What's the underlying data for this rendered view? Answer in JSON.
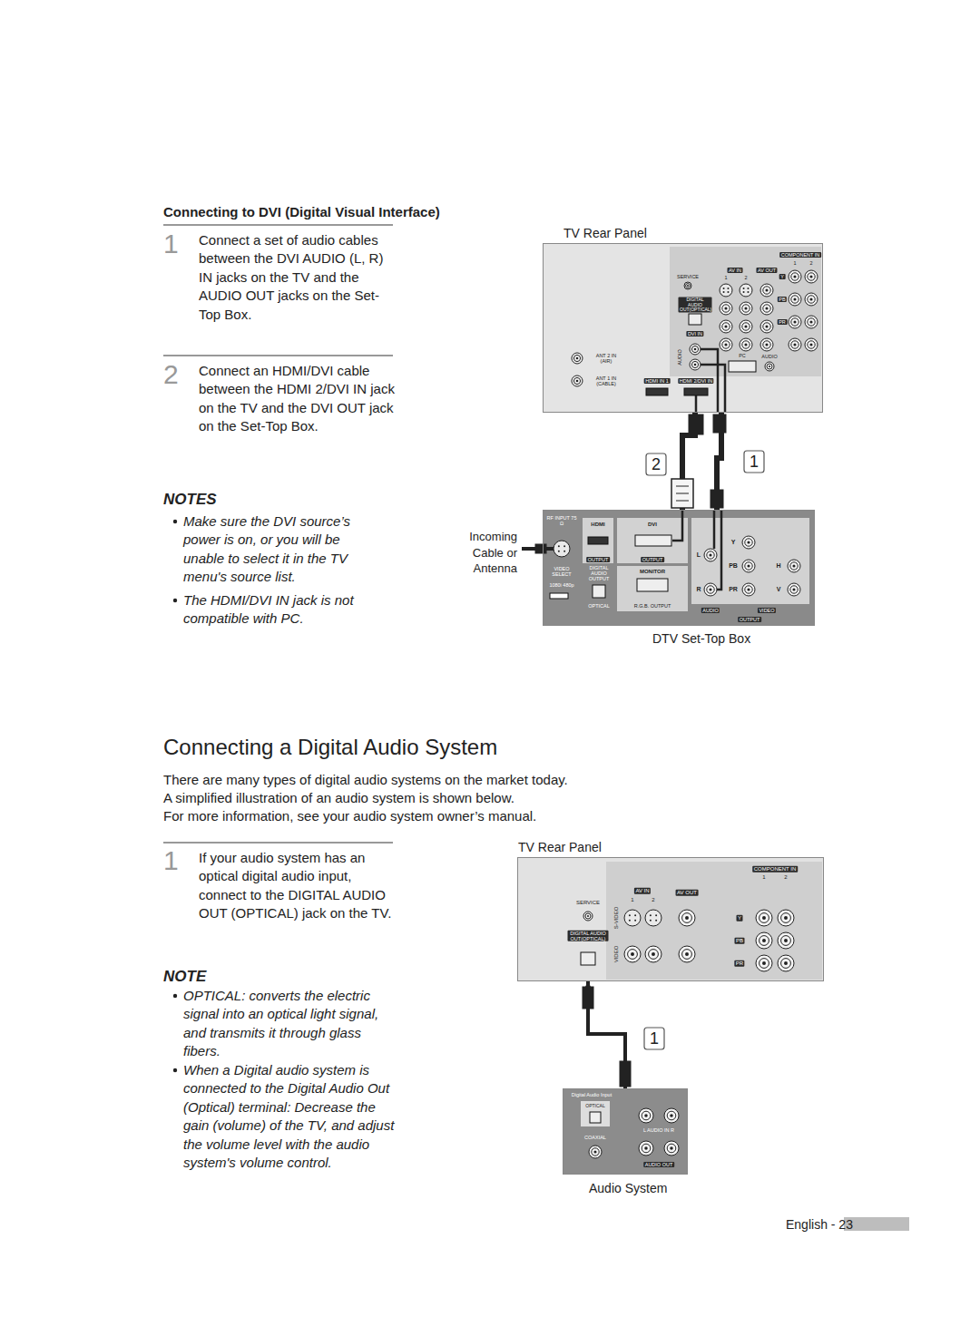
{
  "diagram": {
    "nodes": [
      {
        "text": [
          "TV Rear Panel"
        ]
      },
      {
        "text": [
          "DTV Set-Top Box"
        ]
      },
      {
        "text": [
          "TV Rear Panel"
        ]
      },
      {
        "text": [
          "Audio System"
        ]
      }
    ],
    "edges": [
      {
        "from": 1,
        "to": 0,
        "arrow": "none"
      },
      {
        "from": 1,
        "to": 0,
        "arrow": "none"
      },
      {
        "from": 3,
        "to": 2,
        "arrow": "to"
      }
    ],
    "labels": [
      "Connecting to DVI (Digital Visual Interface)",
      "1",
      "Connect a set of audio cables between the DVI AUDIO (L, R) IN jacks on the TV and the AUDIO OUT jacks on the Set-Top Box.",
      "2",
      "Connect an HDMI/DVI cable between the HDMI 2/DVI IN jack on the TV and the DVI OUT jack on the Set-Top Box.",
      "NOTES",
      "Make sure the DVI source’s power is on, or you will be unable to select it in the TV menu's source list.",
      "The HDMI/DVI IN jack is not compatible with PC.",
      "Connecting a Digital Audio System",
      "There are many types of digital audio systems on the market today.",
      "A simplified illustration of an audio system is shown below.",
      "For more information, see your audio system owner’s manual.",
      "1",
      "If your audio system has an optical digital audio input, connect to the DIGITAL AUDIO OUT (OPTICAL) jack on the TV.",
      "NOTE",
      "OPTICAL: converts the electric signal into an optical light signal, and transmits it through glass fibers.",
      "When a Digital audio system is connected to the Digital Audio Out (Optical) terminal: Decrease the gain (volume) of the TV, and adjust the volume level with the audio system's volume control.",
      "English - 23",
      "Incoming Cable or Antenna",
      "2",
      "1",
      "1",
      "COMPONENT IN",
      "AV IN",
      "AV OUT",
      "SERVICE",
      "DIGITAL AUDIO OUT(OPTICAL)",
      "DVI IN",
      "AUDIO",
      "PC",
      "AUDIO",
      "ANT 2 IN (AIR)",
      "ANT 1 IN (CABLE)",
      "HDMI IN 1",
      "HDMI 2/DVI IN",
      "RF INPUT 75 Ω",
      "HDMI",
      "DVI",
      "OUTPUT",
      "OUTPUT",
      "VIDEO SELECT",
      "1080i 480p",
      "DIGITAL AUDIO OUTPUT",
      "MONITOR",
      "OPTICAL",
      "R.G.B. OUTPUT",
      "L",
      "R",
      "Y",
      "PB",
      "PR",
      "H",
      "V",
      "AUDIO",
      "VIDEO",
      "OUTPUT",
      "COMPONENT IN",
      "1",
      "2",
      "AV IN",
      "1",
      "2",
      "AV OUT",
      "SERVICE",
      "DIGITAL AUDIO OUT(OPTICAL)",
      "S-VIDEO",
      "VIDEO",
      "Y",
      "PB",
      "PR",
      "Digital Audio Input",
      "OPTICAL",
      "COAXIAL",
      "L AUDIO IN R",
      "AUDIO OUT",
      "1",
      "2",
      "1",
      "2",
      "Y",
      "PB",
      "PR"
    ]
  }
}
